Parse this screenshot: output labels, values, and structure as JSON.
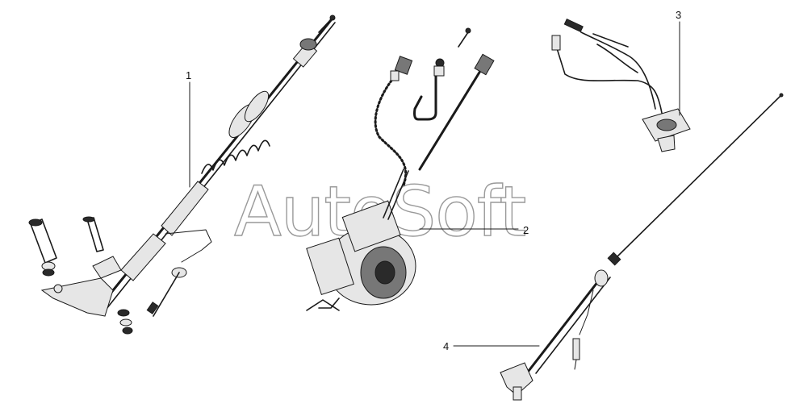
{
  "watermark": "AutoSoft",
  "callouts": [
    {
      "id": "1",
      "label": "1"
    },
    {
      "id": "2",
      "label": "2"
    },
    {
      "id": "3",
      "label": "3"
    },
    {
      "id": "4",
      "label": "4"
    }
  ],
  "colors": {
    "background": "#ffffff",
    "ink": "#1a1a1a",
    "watermark": "#9a9a9a"
  }
}
